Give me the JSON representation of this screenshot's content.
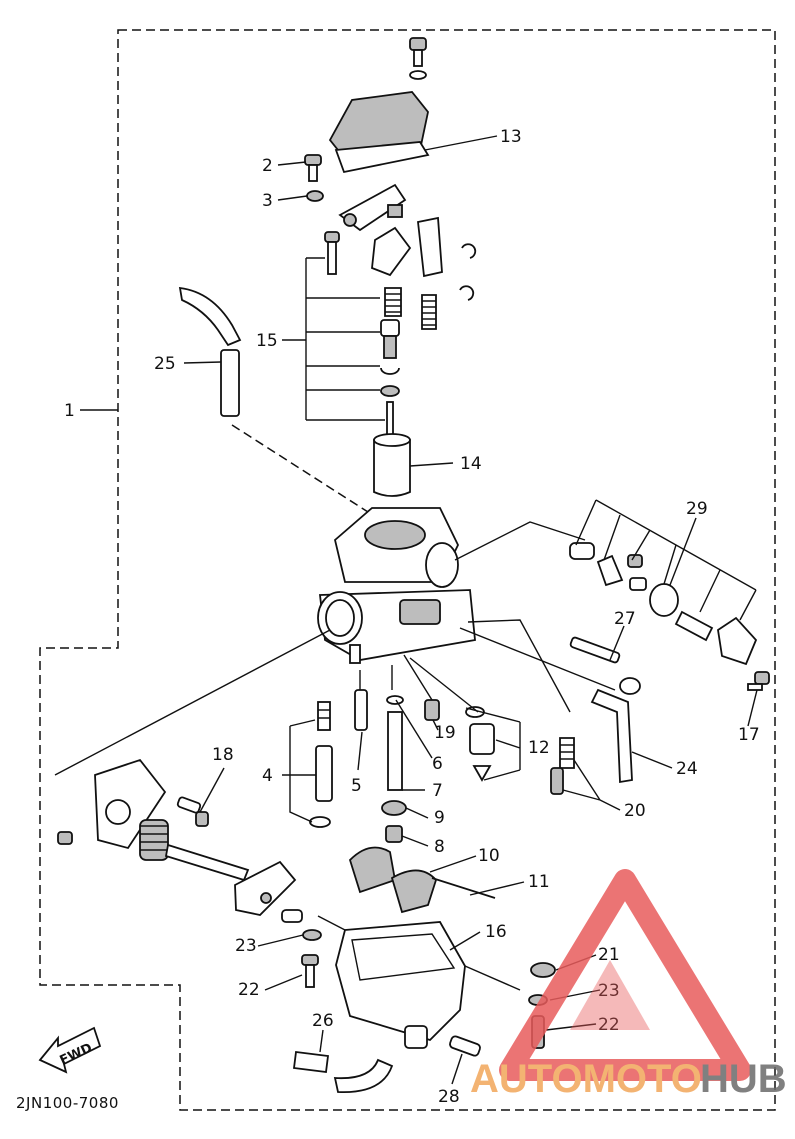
{
  "diagram": {
    "code": "2JN100-7080",
    "fwd_label": "FWD",
    "callouts": [
      {
        "id": "c1",
        "label": "1"
      },
      {
        "id": "c2",
        "label": "2"
      },
      {
        "id": "c3",
        "label": "3"
      },
      {
        "id": "c4",
        "label": "4"
      },
      {
        "id": "c5",
        "label": "5"
      },
      {
        "id": "c6",
        "label": "6"
      },
      {
        "id": "c7",
        "label": "7"
      },
      {
        "id": "c8",
        "label": "8"
      },
      {
        "id": "c9",
        "label": "9"
      },
      {
        "id": "c10",
        "label": "10"
      },
      {
        "id": "c11",
        "label": "11"
      },
      {
        "id": "c12",
        "label": "12"
      },
      {
        "id": "c13",
        "label": "13"
      },
      {
        "id": "c14",
        "label": "14"
      },
      {
        "id": "c15",
        "label": "15"
      },
      {
        "id": "c16",
        "label": "16"
      },
      {
        "id": "c17",
        "label": "17"
      },
      {
        "id": "c18",
        "label": "18"
      },
      {
        "id": "c19",
        "label": "19"
      },
      {
        "id": "c20",
        "label": "20"
      },
      {
        "id": "c21",
        "label": "21"
      },
      {
        "id": "c22a",
        "label": "22"
      },
      {
        "id": "c22b",
        "label": "22"
      },
      {
        "id": "c23a",
        "label": "23"
      },
      {
        "id": "c23b",
        "label": "23"
      },
      {
        "id": "c24",
        "label": "24"
      },
      {
        "id": "c25",
        "label": "25"
      },
      {
        "id": "c26",
        "label": "26"
      },
      {
        "id": "c27",
        "label": "27"
      },
      {
        "id": "c28",
        "label": "28"
      },
      {
        "id": "c29",
        "label": "29"
      }
    ]
  },
  "watermark": {
    "part1": "AUTOMOTO",
    "part2": "HUB",
    "color_primary": "#e85c5c",
    "color_secondary": "#6b6b6b"
  }
}
